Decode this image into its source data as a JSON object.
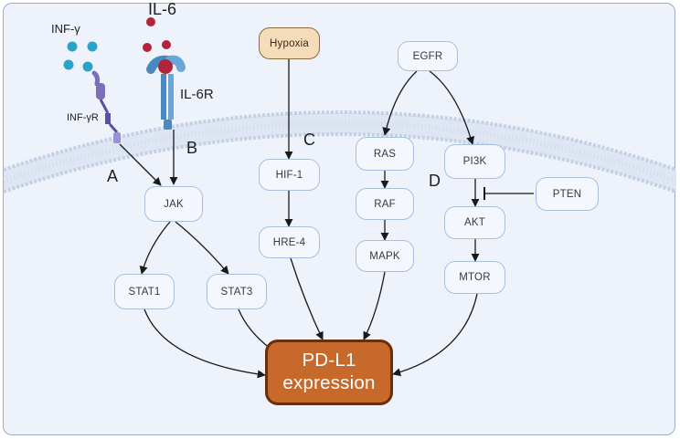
{
  "nodes": {
    "hypoxia": "Hypoxia",
    "egfr": "EGFR",
    "hif1": "HIF-1",
    "hre4": "HRE-4",
    "ras": "RAS",
    "raf": "RAF",
    "mapk": "MAPK",
    "pi3k": "PI3K",
    "pten": "PTEN",
    "akt": "AKT",
    "mtor": "MTOR",
    "jak": "JAK",
    "stat1": "STAT1",
    "stat3": "STAT3",
    "pdl1_line1": "PD-L1",
    "pdl1_line2": "expression"
  },
  "labels": {
    "inf_gamma": "INF-γ",
    "inf_gamma_r": "INF-γR",
    "il6": "IL-6",
    "il6r": "IL-6R",
    "pathway_a": "A",
    "pathway_b": "B",
    "pathway_c": "C",
    "pathway_d": "D"
  },
  "colors": {
    "background": "#eef2fb",
    "node_fill": "#f4f7fd",
    "node_border": "#a9bfe0",
    "hypoxia_fill": "#f6dcb8",
    "pdl1_fill": "#c8692c",
    "pdl1_border": "#6a2e0c",
    "membrane": "#c4d0e4",
    "ligand_inf_gamma": "#2ba3c8",
    "ligand_il6": "#b0243c",
    "receptor_inf_gamma": "#7a6fb8",
    "receptor_il6r": "#5a8fc4"
  }
}
